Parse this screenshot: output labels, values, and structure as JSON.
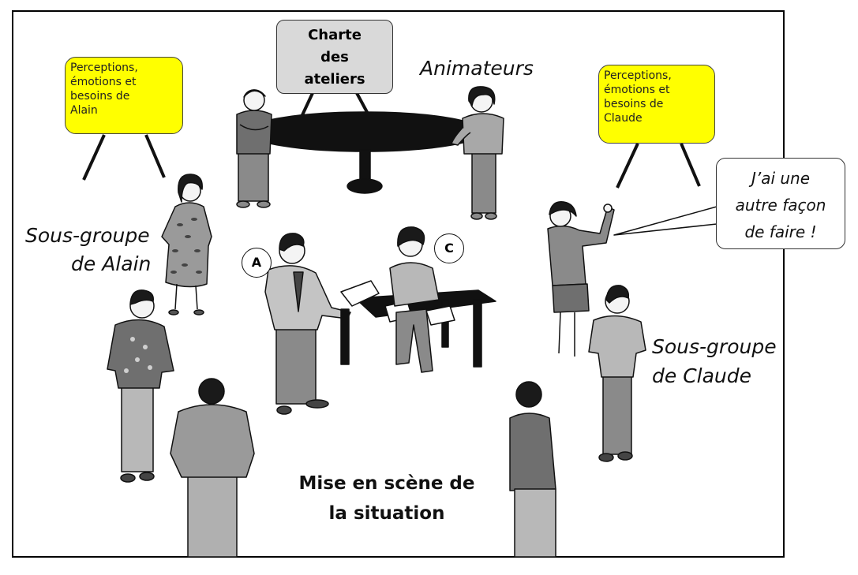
{
  "charter": {
    "text": "Charte\ndes\nateliers"
  },
  "facilitators": {
    "label": "Animateurs"
  },
  "notes": {
    "alain": "Perceptions,\némotions et\nbesoins de\nAlain",
    "claude": "Perceptions,\némotions et\nbesoins de\nClaude"
  },
  "speech_bubble": {
    "text": "J’ai une\nautre façon\nde faire !"
  },
  "subgroups": {
    "alain": [
      "Sous-groupe",
      "de Alain"
    ],
    "claude": [
      "Sous-groupe",
      "de Claude"
    ]
  },
  "markers": {
    "a": "A",
    "c": "C"
  },
  "scene_title": "Mise en scène de\nla situation",
  "colors": {
    "note_fill": "#ffff00",
    "charter_fill": "#d9d9d9",
    "figure": "#8a8a8a",
    "figure_dark": "#555555",
    "skin": "#f4f4f4",
    "hair": "#1a1a1a"
  }
}
